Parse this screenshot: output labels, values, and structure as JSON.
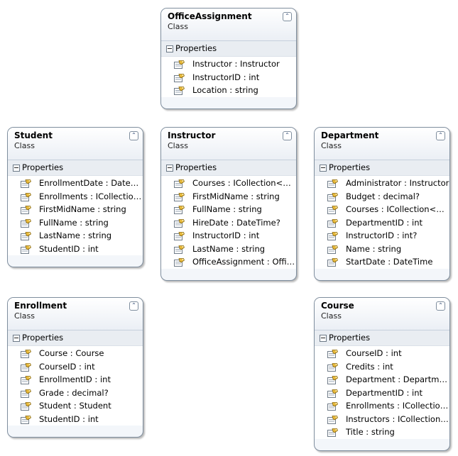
{
  "section_label": "Properties",
  "classes": [
    {
      "name": "OfficeAssignment",
      "type": "Class",
      "props": [
        "Instructor : Instructor",
        "InstructorID : int",
        "Location : string"
      ]
    },
    {
      "name": "Student",
      "type": "Class",
      "props": [
        "EnrollmentDate :  DateTi...",
        "Enrollments :  ICollection...",
        "FirstMidName : string",
        "FullName : string",
        "LastName : string",
        "StudentID : int"
      ]
    },
    {
      "name": "Instructor",
      "type": "Class",
      "props": [
        "Courses :  ICollection<Co...",
        "FirstMidName : string",
        "FullName : string",
        "HireDate : DateTime?",
        "InstructorID : int",
        "LastName : string",
        "OfficeAssignment :  Offic..."
      ]
    },
    {
      "name": "Department",
      "type": "Class",
      "props": [
        "Administrator : Instructor",
        "Budget : decimal?",
        "Courses :  ICollection<Co...",
        "DepartmentID : int",
        "InstructorID : int?",
        "Name : string",
        "StartDate : DateTime"
      ]
    },
    {
      "name": "Enrollment",
      "type": "Class",
      "props": [
        "Course : Course",
        "CourseID : int",
        "EnrollmentID : int",
        "Grade : decimal?",
        "Student : Student",
        "StudentID : int"
      ]
    },
    {
      "name": "Course",
      "type": "Class",
      "props": [
        "CourseID : int",
        "Credits : int",
        "Department : Department",
        "DepartmentID : int",
        "Enrollments :  ICollection...",
        "Instructors :  ICollection<...",
        "Title : string"
      ]
    }
  ]
}
